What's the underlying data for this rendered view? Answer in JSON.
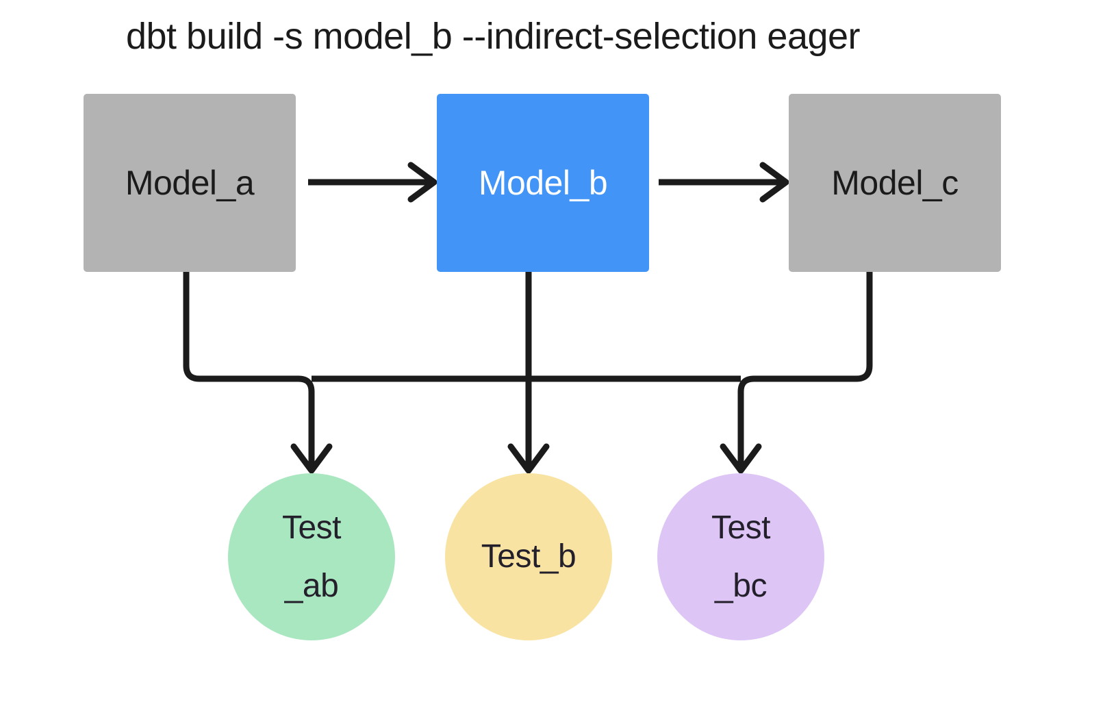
{
  "diagram": {
    "title": "dbt build -s model_b --indirect-selection eager",
    "background": "#ffffff",
    "edge_color": "#1b1b1b",
    "nodes": {
      "models": [
        {
          "id": "model_a",
          "label": "Model_a",
          "shape": "rectangle",
          "fill": "#b3b3b3",
          "text_color": "#1b1b1b",
          "selected": false
        },
        {
          "id": "model_b",
          "label": "Model_b",
          "shape": "rectangle",
          "fill": "#4294f7",
          "text_color": "#ffffff",
          "selected": true
        },
        {
          "id": "model_c",
          "label": "Model_c",
          "shape": "rectangle",
          "fill": "#b3b3b3",
          "text_color": "#1b1b1b",
          "selected": false
        }
      ],
      "tests": [
        {
          "id": "test_ab",
          "label": "Test_ab",
          "line1": "Test",
          "line2": "_ab",
          "shape": "circle",
          "fill": "#a9e7c0",
          "text_color": "#23202b"
        },
        {
          "id": "test_b",
          "label": "Test_b",
          "line1": "Test_b",
          "line2": "",
          "shape": "circle",
          "fill": "#f9e3a2",
          "text_color": "#23202b"
        },
        {
          "id": "test_bc",
          "label": "Test_bc",
          "line1": "Test",
          "line2": "_bc",
          "shape": "circle",
          "fill": "#ddc6f6",
          "text_color": "#23202b"
        }
      ]
    },
    "edges": [
      {
        "from": "model_a",
        "to": "model_b",
        "style": "arrow-right"
      },
      {
        "from": "model_b",
        "to": "model_c",
        "style": "arrow-right"
      },
      {
        "from": "model_a",
        "to": "test_ab",
        "style": "elbow-down"
      },
      {
        "from": "model_b",
        "to": "test_b",
        "style": "straight-down"
      },
      {
        "from": "model_c",
        "to": "test_bc",
        "style": "elbow-down"
      }
    ]
  }
}
